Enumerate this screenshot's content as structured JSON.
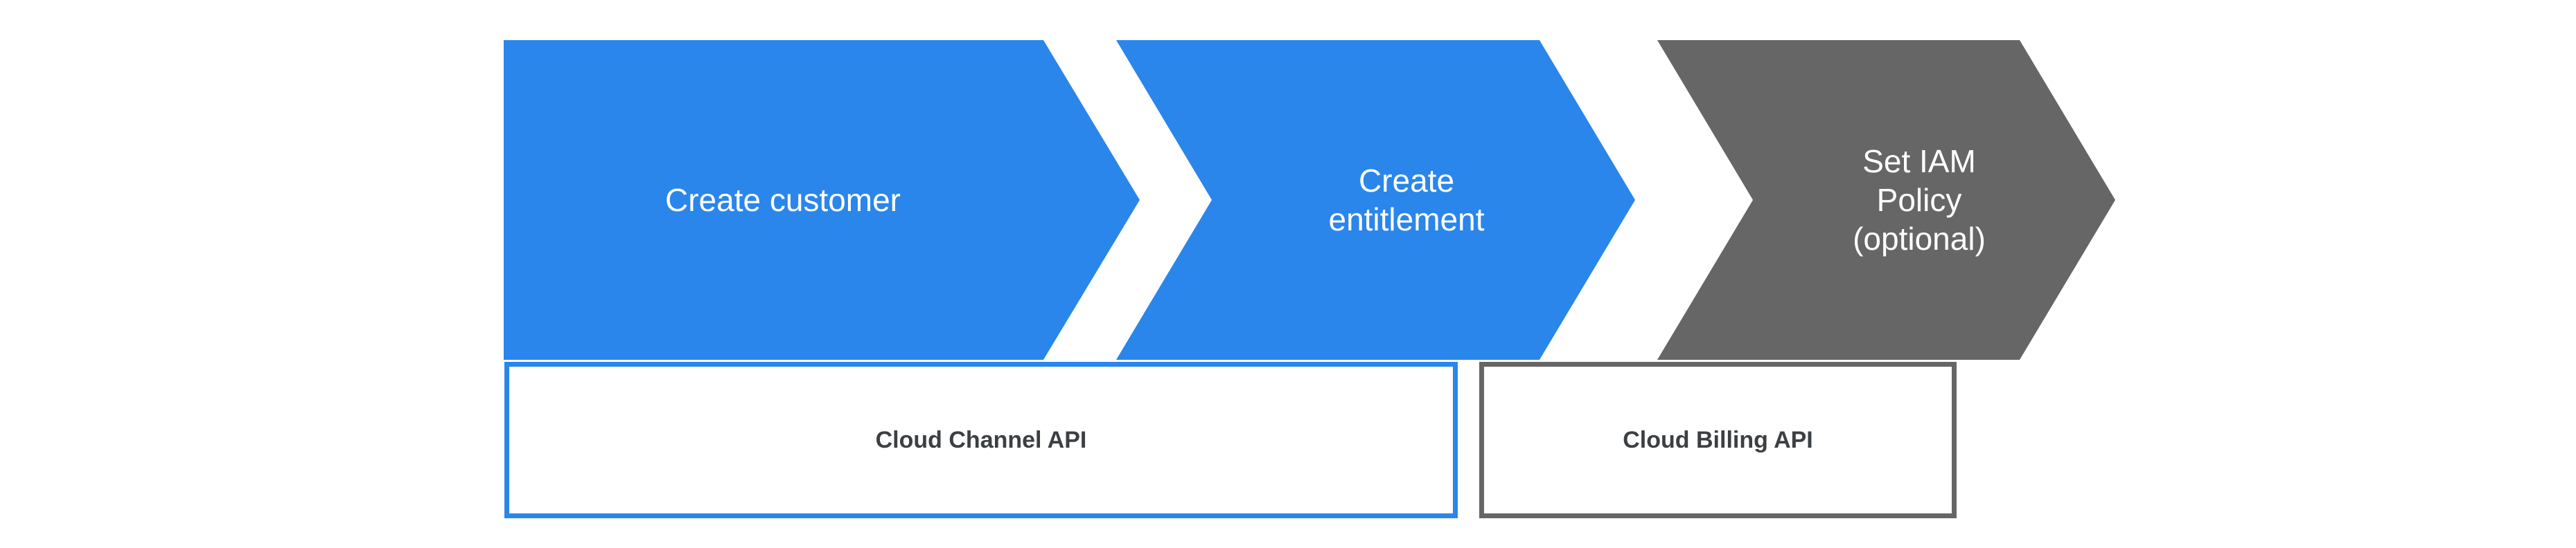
{
  "diagram": {
    "title": "Cloud Channel API / Cloud Billing API provisioning flow",
    "colors": {
      "blue": "#2a86ea",
      "gray": "#666666",
      "white": "#ffffff",
      "label_text": "#3c4043"
    },
    "steps": [
      {
        "id": "create-customer",
        "label": "Create customer",
        "color": "#2a86ea",
        "text_color": "#ffffff",
        "optional": false
      },
      {
        "id": "create-entitlement",
        "label": "Create\nentitlement",
        "color": "#2a86ea",
        "text_color": "#ffffff",
        "optional": false
      },
      {
        "id": "set-iam-policy",
        "label": "Set IAM\nPolicy\n(optional)",
        "color": "#666666",
        "text_color": "#ffffff",
        "optional": true
      }
    ],
    "api_groups": [
      {
        "id": "cloud-channel-api",
        "label": "Cloud Channel API",
        "border_color": "#2a86ea",
        "covers": [
          "create-customer",
          "create-entitlement"
        ]
      },
      {
        "id": "cloud-billing-api",
        "label": "Cloud Billing API",
        "border_color": "#666666",
        "covers": [
          "set-iam-policy"
        ]
      }
    ]
  }
}
